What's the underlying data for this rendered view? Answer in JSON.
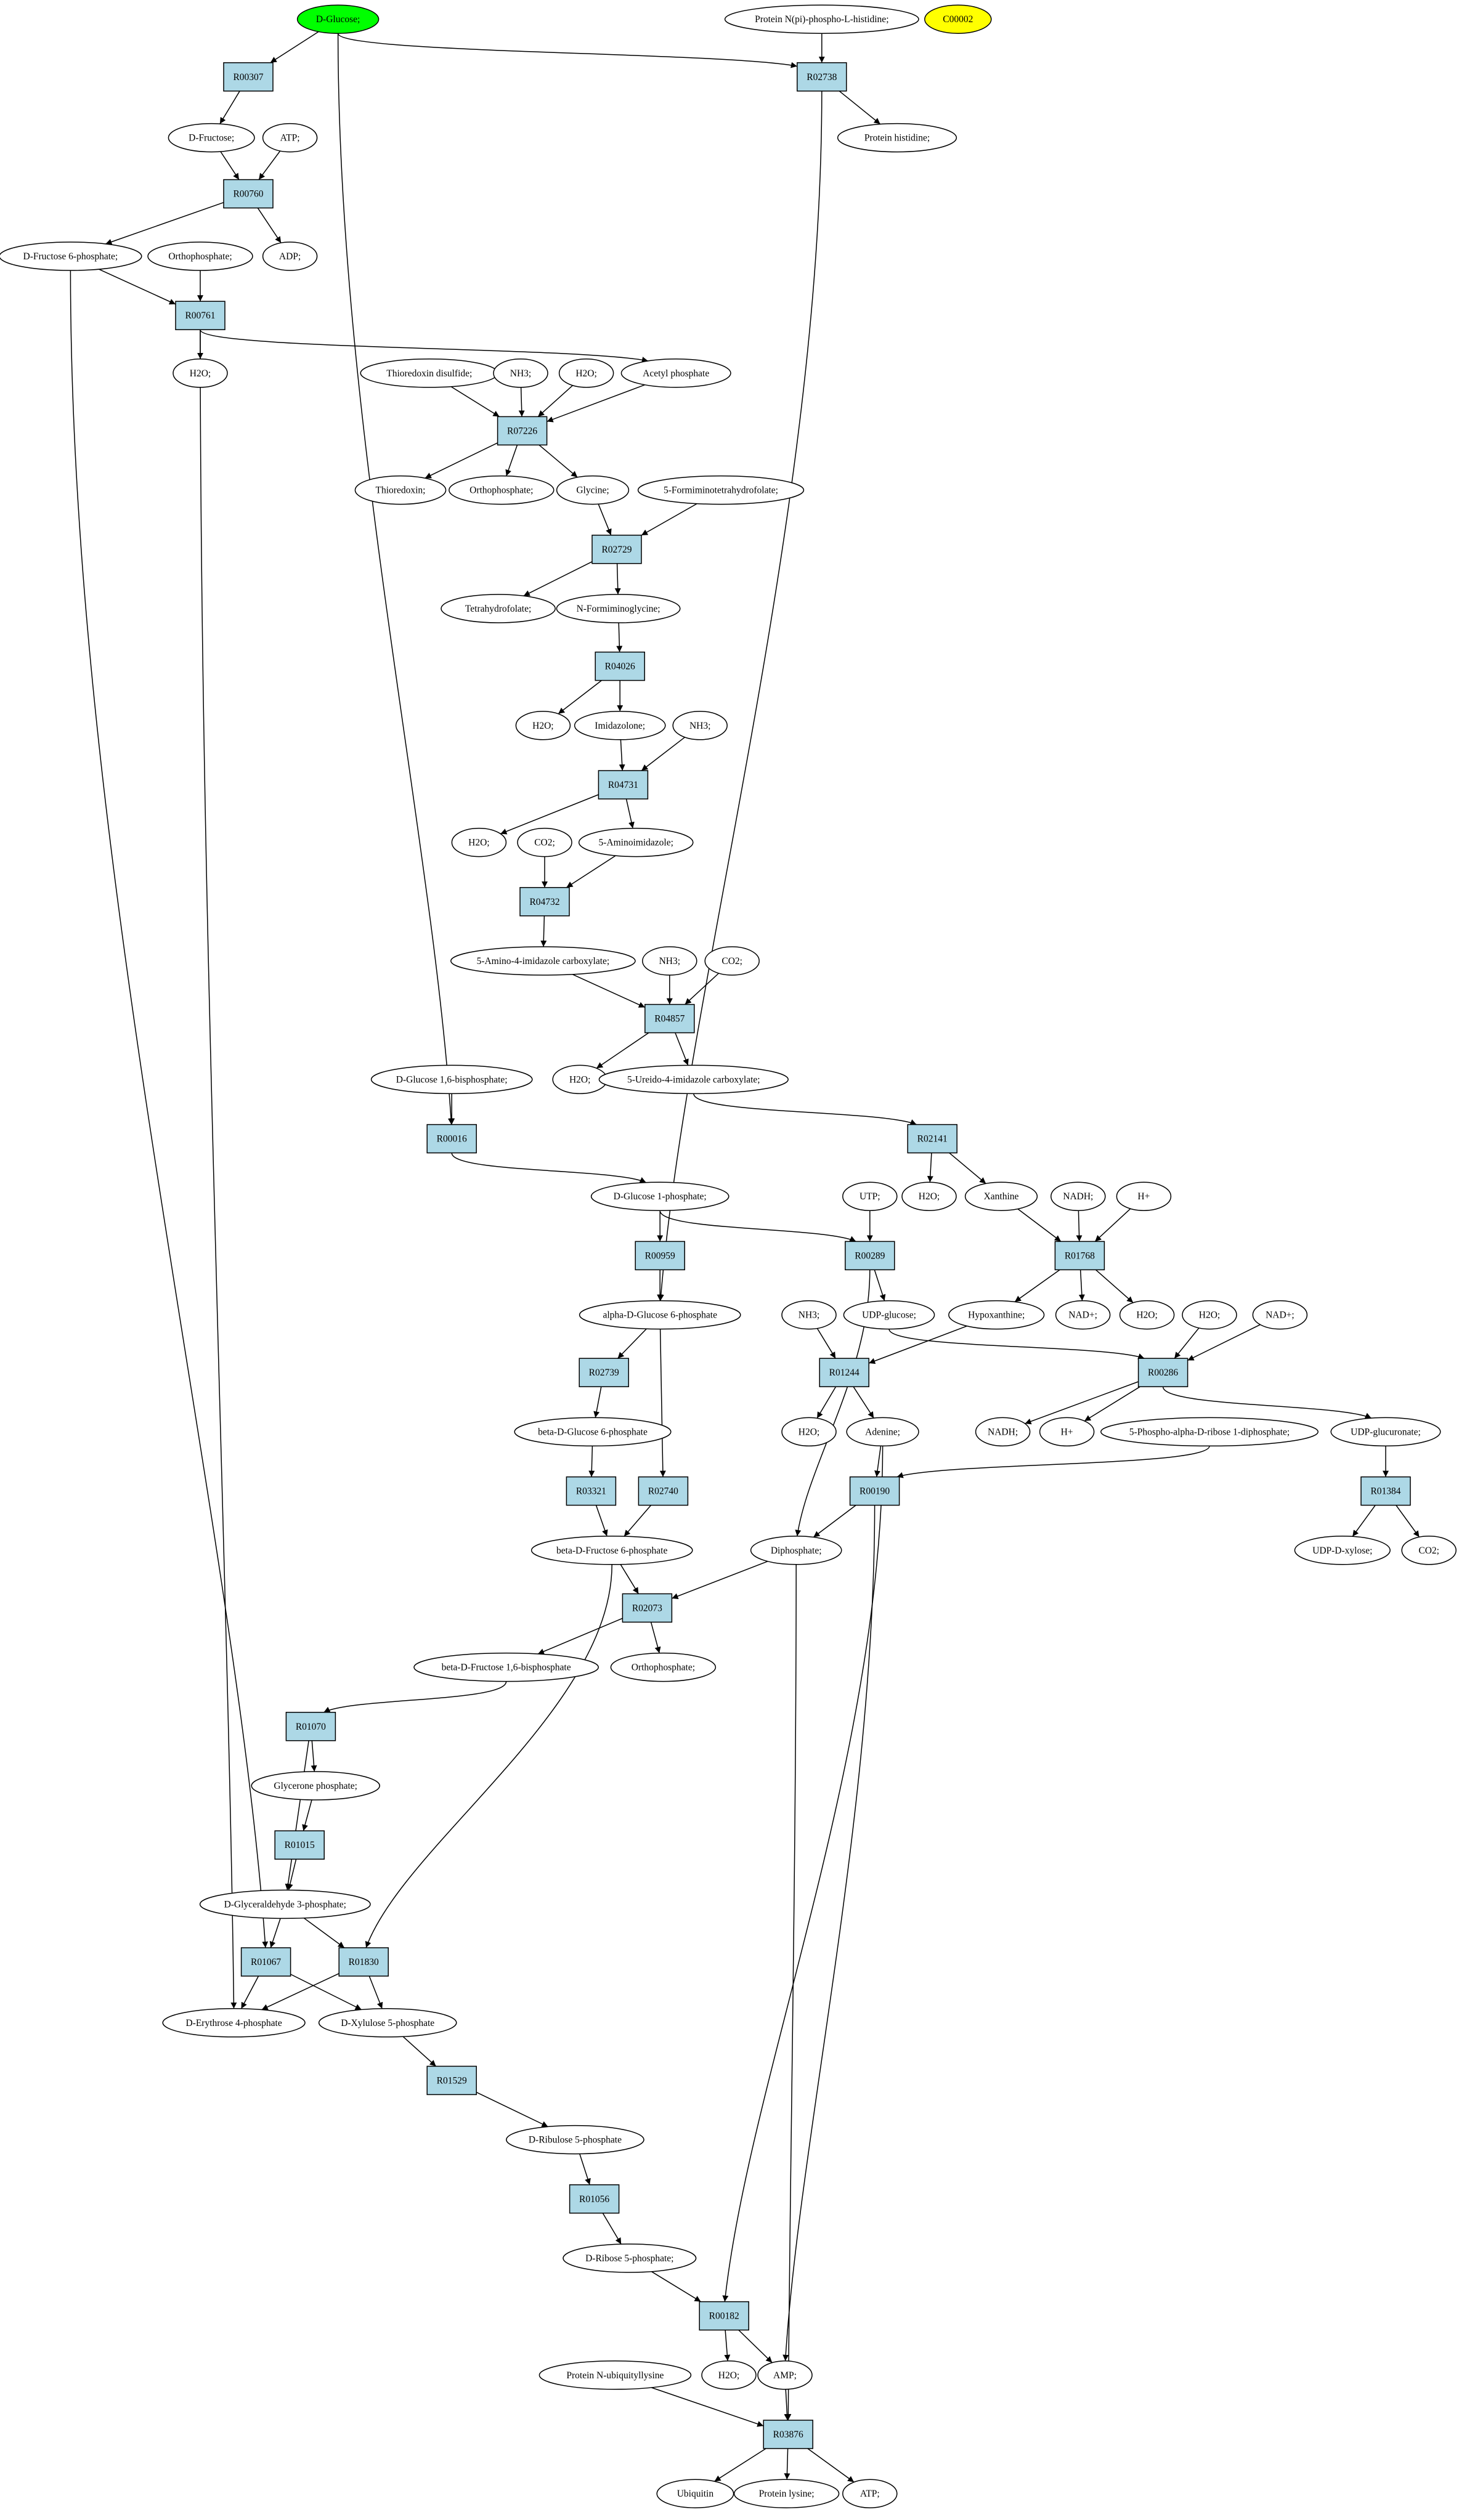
{
  "colors": {
    "reaction_fill": "#add8e6",
    "compound_fill": "#ffffff",
    "start_fill": "#00ff00",
    "highlight_fill": "#ffff00",
    "stroke": "#000000"
  },
  "compounds": [
    {
      "id": "c_dglucose",
      "label": "D-Glucose;",
      "fill": "#00ff00"
    },
    {
      "id": "c_protnpi",
      "label": "Protein N(pi)-phospho-L-histidine;"
    },
    {
      "id": "c_c00002",
      "label": "C00002",
      "fill": "#ffff00"
    },
    {
      "id": "c_dfructose",
      "label": "D-Fructose;"
    },
    {
      "id": "c_atp1",
      "label": "ATP;"
    },
    {
      "id": "c_prothis",
      "label": "Protein histidine;"
    },
    {
      "id": "c_df6p",
      "label": "D-Fructose 6-phosphate;"
    },
    {
      "id": "c_orthop1",
      "label": "Orthophosphate;"
    },
    {
      "id": "c_adp",
      "label": "ADP;"
    },
    {
      "id": "c_h2o1",
      "label": "H2O;"
    },
    {
      "id": "c_thiodis",
      "label": "Thioredoxin disulfide;"
    },
    {
      "id": "c_nh3a",
      "label": "NH3;"
    },
    {
      "id": "c_h2o2",
      "label": "H2O;"
    },
    {
      "id": "c_acetylp",
      "label": "Acetyl phosphate"
    },
    {
      "id": "c_thio",
      "label": "Thioredoxin;"
    },
    {
      "id": "c_orthop2",
      "label": "Orthophosphate;"
    },
    {
      "id": "c_glycine",
      "label": "Glycine;"
    },
    {
      "id": "c_5fthf",
      "label": "5-Formiminotetrahydrofolate;"
    },
    {
      "id": "c_thf",
      "label": "Tetrahydrofolate;"
    },
    {
      "id": "c_nfgly",
      "label": "N-Formiminoglycine;"
    },
    {
      "id": "c_h2o3",
      "label": "H2O;"
    },
    {
      "id": "c_imidazolone",
      "label": "Imidazolone;"
    },
    {
      "id": "c_nh3b",
      "label": "NH3;"
    },
    {
      "id": "c_h2o4",
      "label": "H2O;"
    },
    {
      "id": "c_co2a",
      "label": "CO2;"
    },
    {
      "id": "c_5aminoimid",
      "label": "5-Aminoimidazole;"
    },
    {
      "id": "c_5a4ic",
      "label": "5-Amino-4-imidazole carboxylate;"
    },
    {
      "id": "c_nh3c",
      "label": "NH3;"
    },
    {
      "id": "c_co2b",
      "label": "CO2;"
    },
    {
      "id": "c_h2o5",
      "label": "H2O;"
    },
    {
      "id": "c_5u4ic",
      "label": "5-Ureido-4-imidazole carboxylate;"
    },
    {
      "id": "c_dg16bp",
      "label": "D-Glucose 1,6-bisphosphate;"
    },
    {
      "id": "c_dg1p",
      "label": "D-Glucose 1-phosphate;"
    },
    {
      "id": "c_h2o6",
      "label": "H2O;"
    },
    {
      "id": "c_xanthine",
      "label": "Xanthine"
    },
    {
      "id": "c_nadh1",
      "label": "NADH;"
    },
    {
      "id": "c_hplus1",
      "label": "H+"
    },
    {
      "id": "c_utp",
      "label": "UTP;"
    },
    {
      "id": "c_ag6p",
      "label": "alpha-D-Glucose 6-phosphate"
    },
    {
      "id": "c_nh3d",
      "label": "NH3;"
    },
    {
      "id": "c_udpglucose",
      "label": "UDP-glucose;"
    },
    {
      "id": "c_hypoxanthine",
      "label": "Hypoxanthine;"
    },
    {
      "id": "c_nadplus1",
      "label": "NAD+;"
    },
    {
      "id": "c_h2o7",
      "label": "H2O;"
    },
    {
      "id": "c_h2o8",
      "label": "H2O;"
    },
    {
      "id": "c_nadplus2",
      "label": "NAD+;"
    },
    {
      "id": "c_bg6p",
      "label": "beta-D-Glucose 6-phosphate"
    },
    {
      "id": "c_h2o9",
      "label": "H2O;"
    },
    {
      "id": "c_adenine",
      "label": "Adenine;"
    },
    {
      "id": "c_nadh2",
      "label": "NADH;"
    },
    {
      "id": "c_hplus2",
      "label": "H+"
    },
    {
      "id": "c_prpp",
      "label": "5-Phospho-alpha-D-ribose 1-diphosphate;"
    },
    {
      "id": "c_udpglucuronate",
      "label": "UDP-glucuronate;"
    },
    {
      "id": "c_bf6p",
      "label": "beta-D-Fructose 6-phosphate"
    },
    {
      "id": "c_diphosphate",
      "label": "Diphosphate;"
    },
    {
      "id": "c_udpxylose",
      "label": "UDP-D-xylose;"
    },
    {
      "id": "c_co2c",
      "label": "CO2;"
    },
    {
      "id": "c_bf16bp",
      "label": "beta-D-Fructose 1,6-bisphosphate"
    },
    {
      "id": "c_orthop3",
      "label": "Orthophosphate;"
    },
    {
      "id": "c_gp",
      "label": "Glycerone phosphate;"
    },
    {
      "id": "c_dg3p",
      "label": "D-Glyceraldehyde 3-phosphate;"
    },
    {
      "id": "c_de4p",
      "label": "D-Erythrose 4-phosphate"
    },
    {
      "id": "c_dx5p",
      "label": "D-Xylulose 5-phosphate"
    },
    {
      "id": "c_dru5p",
      "label": "D-Ribulose 5-phosphate"
    },
    {
      "id": "c_dr5p",
      "label": "D-Ribose 5-phosphate;"
    },
    {
      "id": "c_h2o10",
      "label": "H2O;"
    },
    {
      "id": "c_amp",
      "label": "AMP;"
    },
    {
      "id": "c_protnub",
      "label": "Protein N-ubiquityllysine"
    },
    {
      "id": "c_ubiquitin",
      "label": "Ubiquitin"
    },
    {
      "id": "c_protlys",
      "label": "Protein lysine;"
    },
    {
      "id": "c_atp2",
      "label": "ATP;"
    }
  ],
  "reactions": [
    {
      "id": "r_R00307",
      "label": "R00307"
    },
    {
      "id": "r_R02738",
      "label": "R02738"
    },
    {
      "id": "r_R00760",
      "label": "R00760"
    },
    {
      "id": "r_R00761",
      "label": "R00761"
    },
    {
      "id": "r_R07226",
      "label": "R07226"
    },
    {
      "id": "r_R02729",
      "label": "R02729"
    },
    {
      "id": "r_R04026",
      "label": "R04026"
    },
    {
      "id": "r_R04731",
      "label": "R04731"
    },
    {
      "id": "r_R04732",
      "label": "R04732"
    },
    {
      "id": "r_R04857",
      "label": "R04857"
    },
    {
      "id": "r_R00016",
      "label": "R00016"
    },
    {
      "id": "r_R02141",
      "label": "R02141"
    },
    {
      "id": "r_R00959",
      "label": "R00959"
    },
    {
      "id": "r_R00289",
      "label": "R00289"
    },
    {
      "id": "r_R01768",
      "label": "R01768"
    },
    {
      "id": "r_R02739",
      "label": "R02739"
    },
    {
      "id": "r_R01244",
      "label": "R01244"
    },
    {
      "id": "r_R00286",
      "label": "R00286"
    },
    {
      "id": "r_R03321",
      "label": "R03321"
    },
    {
      "id": "r_R02740",
      "label": "R02740"
    },
    {
      "id": "r_R00190",
      "label": "R00190"
    },
    {
      "id": "r_R01384",
      "label": "R01384"
    },
    {
      "id": "r_R02073",
      "label": "R02073"
    },
    {
      "id": "r_R01070",
      "label": "R01070"
    },
    {
      "id": "r_R01015",
      "label": "R01015"
    },
    {
      "id": "r_R01067",
      "label": "R01067"
    },
    {
      "id": "r_R01830",
      "label": "R01830"
    },
    {
      "id": "r_R01529",
      "label": "R01529"
    },
    {
      "id": "r_R01056",
      "label": "R01056"
    },
    {
      "id": "r_R00182",
      "label": "R00182"
    },
    {
      "id": "r_R03876",
      "label": "R03876"
    }
  ],
  "edges": [
    [
      "c_dglucose",
      "r_R00307"
    ],
    [
      "c_dglucose",
      "r_R02738"
    ],
    [
      "c_dglucose",
      "r_R00016"
    ],
    [
      "c_protnpi",
      "r_R02738"
    ],
    [
      "r_R02738",
      "c_prothis"
    ],
    [
      "r_R02738",
      "c_ag6p"
    ],
    [
      "r_R00307",
      "c_dfructose"
    ],
    [
      "c_dfructose",
      "r_R00760"
    ],
    [
      "c_atp1",
      "r_R00760"
    ],
    [
      "r_R00760",
      "c_df6p"
    ],
    [
      "r_R00760",
      "c_adp"
    ],
    [
      "c_df6p",
      "r_R00761"
    ],
    [
      "c_orthop1",
      "r_R00761"
    ],
    [
      "c_df6p",
      "r_R01067"
    ],
    [
      "r_R00761",
      "c_h2o1"
    ],
    [
      "r_R00761",
      "c_acetylp"
    ],
    [
      "r_R00761",
      "c_de4p"
    ],
    [
      "c_thiodis",
      "r_R07226"
    ],
    [
      "c_nh3a",
      "r_R07226"
    ],
    [
      "c_h2o2",
      "r_R07226"
    ],
    [
      "c_acetylp",
      "r_R07226"
    ],
    [
      "r_R07226",
      "c_thio"
    ],
    [
      "r_R07226",
      "c_orthop2"
    ],
    [
      "r_R07226",
      "c_glycine"
    ],
    [
      "c_glycine",
      "r_R02729"
    ],
    [
      "c_5fthf",
      "r_R02729"
    ],
    [
      "r_R02729",
      "c_thf"
    ],
    [
      "r_R02729",
      "c_nfgly"
    ],
    [
      "c_nfgly",
      "r_R04026"
    ],
    [
      "r_R04026",
      "c_h2o3"
    ],
    [
      "r_R04026",
      "c_imidazolone"
    ],
    [
      "c_imidazolone",
      "r_R04731"
    ],
    [
      "c_nh3b",
      "r_R04731"
    ],
    [
      "r_R04731",
      "c_h2o4"
    ],
    [
      "r_R04731",
      "c_5aminoimid"
    ],
    [
      "c_co2a",
      "r_R04732"
    ],
    [
      "c_5aminoimid",
      "r_R04732"
    ],
    [
      "r_R04732",
      "c_5a4ic"
    ],
    [
      "c_5a4ic",
      "r_R04857"
    ],
    [
      "c_nh3c",
      "r_R04857"
    ],
    [
      "c_co2b",
      "r_R04857"
    ],
    [
      "r_R04857",
      "c_h2o5"
    ],
    [
      "r_R04857",
      "c_5u4ic"
    ],
    [
      "c_5u4ic",
      "r_R02141"
    ],
    [
      "r_R02141",
      "c_h2o6"
    ],
    [
      "r_R02141",
      "c_xanthine"
    ],
    [
      "c_dg16bp",
      "r_R00016"
    ],
    [
      "r_R00016",
      "c_dg1p"
    ],
    [
      "c_dg1p",
      "r_R00959"
    ],
    [
      "c_dg1p",
      "r_R00289"
    ],
    [
      "c_utp",
      "r_R00289"
    ],
    [
      "r_R00959",
      "c_ag6p"
    ],
    [
      "r_R00289",
      "c_udpglucose"
    ],
    [
      "r_R00289",
      "c_diphosphate"
    ],
    [
      "c_xanthine",
      "r_R01768"
    ],
    [
      "c_nadh1",
      "r_R01768"
    ],
    [
      "c_hplus1",
      "r_R01768"
    ],
    [
      "r_R01768",
      "c_hypoxanthine"
    ],
    [
      "r_R01768",
      "c_nadplus1"
    ],
    [
      "r_R01768",
      "c_h2o7"
    ],
    [
      "c_ag6p",
      "r_R02739"
    ],
    [
      "c_ag6p",
      "r_R02740"
    ],
    [
      "c_nh3d",
      "r_R01244"
    ],
    [
      "c_hypoxanthine",
      "r_R01244"
    ],
    [
      "r_R01244",
      "c_h2o9"
    ],
    [
      "r_R01244",
      "c_adenine"
    ],
    [
      "c_udpglucose",
      "r_R00286"
    ],
    [
      "c_h2o8",
      "r_R00286"
    ],
    [
      "c_nadplus2",
      "r_R00286"
    ],
    [
      "r_R00286",
      "c_nadh2"
    ],
    [
      "r_R00286",
      "c_hplus2"
    ],
    [
      "r_R00286",
      "c_udpglucuronate"
    ],
    [
      "r_R02739",
      "c_bg6p"
    ],
    [
      "c_bg6p",
      "r_R03321"
    ],
    [
      "r_R03321",
      "c_bf6p"
    ],
    [
      "r_R02740",
      "c_bf6p"
    ],
    [
      "c_adenine",
      "r_R00190"
    ],
    [
      "c_prpp",
      "r_R00190"
    ],
    [
      "c_adenine",
      "r_R00182"
    ],
    [
      "r_R00190",
      "c_diphosphate"
    ],
    [
      "r_R00190",
      "c_amp"
    ],
    [
      "c_udpglucuronate",
      "r_R01384"
    ],
    [
      "r_R01384",
      "c_udpxylose"
    ],
    [
      "r_R01384",
      "c_co2c"
    ],
    [
      "c_bf6p",
      "r_R02073"
    ],
    [
      "c_bf6p",
      "r_R01830"
    ],
    [
      "c_diphosphate",
      "r_R02073"
    ],
    [
      "c_diphosphate",
      "r_R03876"
    ],
    [
      "r_R02073",
      "c_bf16bp"
    ],
    [
      "r_R02073",
      "c_orthop3"
    ],
    [
      "c_bf16bp",
      "r_R01070"
    ],
    [
      "r_R01070",
      "c_gp"
    ],
    [
      "r_R01070",
      "c_dg3p"
    ],
    [
      "c_gp",
      "r_R01015"
    ],
    [
      "r_R01015",
      "c_dg3p"
    ],
    [
      "c_dg3p",
      "r_R01067"
    ],
    [
      "c_dg3p",
      "r_R01830"
    ],
    [
      "r_R01067",
      "c_de4p"
    ],
    [
      "r_R01067",
      "c_dx5p"
    ],
    [
      "r_R01830",
      "c_de4p"
    ],
    [
      "r_R01830",
      "c_dx5p"
    ],
    [
      "c_dx5p",
      "r_R01529"
    ],
    [
      "r_R01529",
      "c_dru5p"
    ],
    [
      "c_dru5p",
      "r_R01056"
    ],
    [
      "r_R01056",
      "c_dr5p"
    ],
    [
      "c_dr5p",
      "r_R00182"
    ],
    [
      "r_R00182",
      "c_h2o10"
    ],
    [
      "r_R00182",
      "c_amp"
    ],
    [
      "c_amp",
      "r_R03876"
    ],
    [
      "c_protnub",
      "r_R03876"
    ],
    [
      "r_R03876",
      "c_ubiquitin"
    ],
    [
      "r_R03876",
      "c_protlys"
    ],
    [
      "r_R03876",
      "c_atp2"
    ]
  ]
}
